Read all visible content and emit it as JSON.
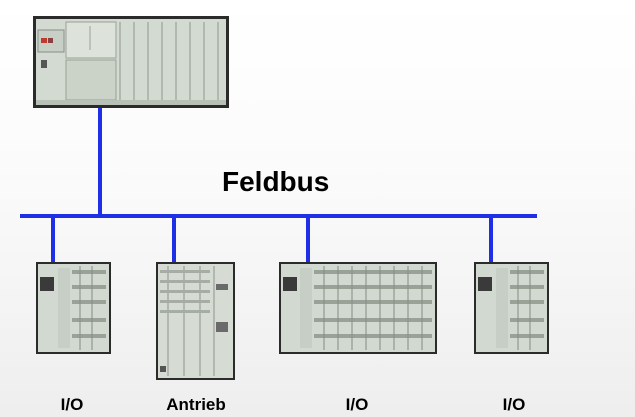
{
  "diagram": {
    "bus_label": "Feldbus",
    "devices": [
      {
        "label": "I/O"
      },
      {
        "label": "Antrieb"
      },
      {
        "label": "I/O"
      },
      {
        "label": "I/O"
      }
    ]
  },
  "colors": {
    "bus_line": "#1f2fe6",
    "device_body": "#cfd6cd",
    "device_frame": "#2a2a2a",
    "background": "#f7f7f7"
  }
}
